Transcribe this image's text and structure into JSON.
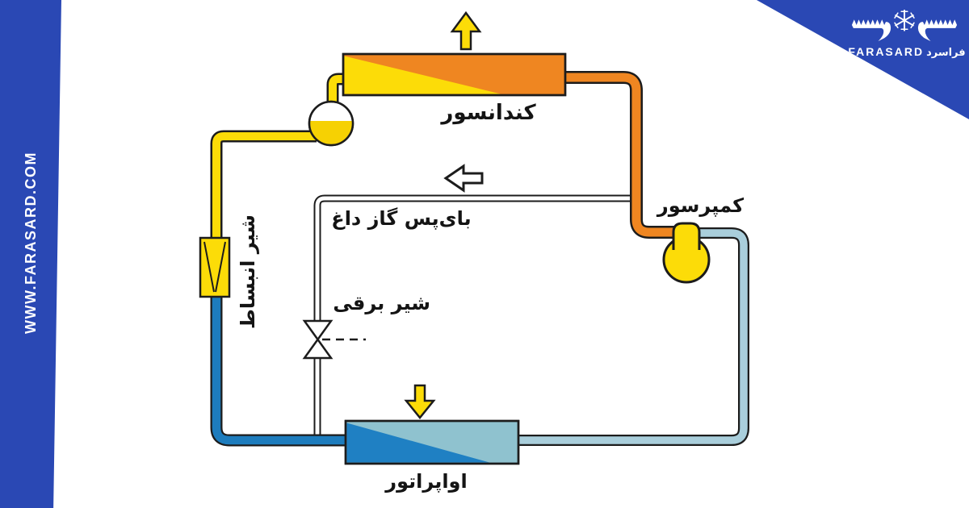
{
  "branding": {
    "website": "WWW.FARASARD.COM",
    "logo": {
      "name_en": "FARASARD",
      "name_fa": "فراسرد"
    },
    "accent_blue": "#2a48b4"
  },
  "diagram": {
    "type": "refrigeration-cycle-hot-gas-bypass-schematic",
    "components": {
      "condenser": {
        "label": "کندانسور"
      },
      "compressor": {
        "label": "کمپرسور"
      },
      "expansion_valve": {
        "label": "شیر انبساط"
      },
      "evaporator": {
        "label": "اواپراتور"
      },
      "solenoid_valve": {
        "label": "شیر برقی"
      },
      "hot_gas_bypass": {
        "label": "بای‌پس گاز داغ"
      }
    },
    "colors": {
      "hot_gas_orange": "#ef8621",
      "warm_liquid_yellow": "#fcdc08",
      "receiver_liquid": "#f6d103",
      "cold_liquid_blue": "#1d7cbd",
      "suction_light_blue": "#a9cedb",
      "evaporator_shell": "#8fc2cf",
      "evaporator_liquid": "#1f80c3",
      "bypass_white": "#ffffff",
      "outline": "#1c1c1c"
    }
  }
}
